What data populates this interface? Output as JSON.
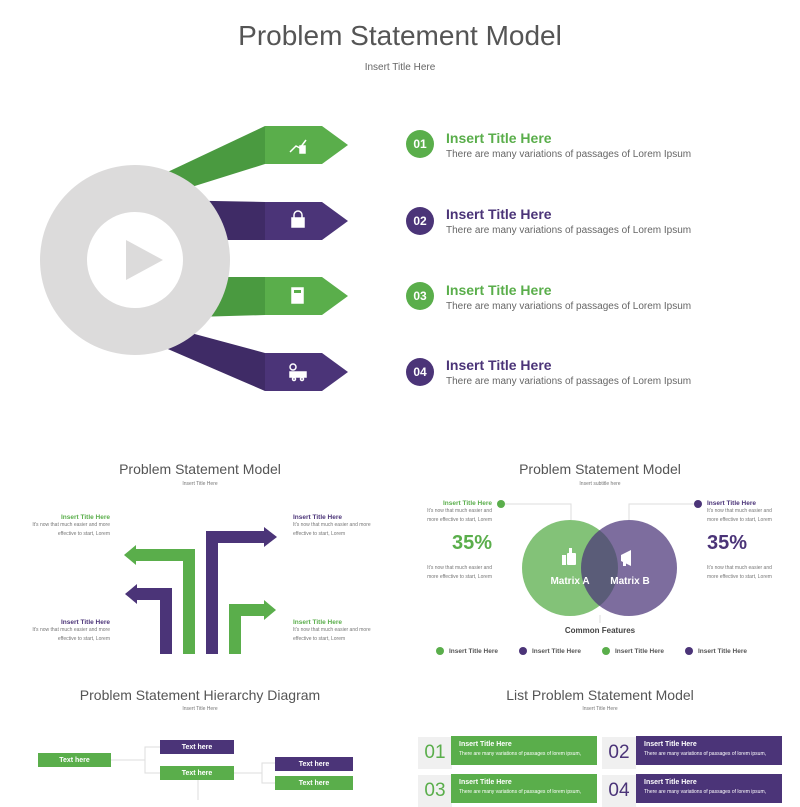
{
  "colors": {
    "green": "#5aae4b",
    "purple": "#4b3478",
    "gray": "#dcdbdb"
  },
  "main": {
    "title": "Problem Statement Model",
    "subtitle": "Insert Title Here",
    "items": [
      {
        "num": "01",
        "title": "Insert Title Here",
        "desc": "There are many variations of passages of Lorem Ipsum",
        "color": "green",
        "icon": "chart-growth-icon"
      },
      {
        "num": "02",
        "title": "Insert Title Here",
        "desc": "There are many variations of passages of Lorem Ipsum",
        "color": "purple",
        "icon": "money-lock-icon"
      },
      {
        "num": "03",
        "title": "Insert Title Here",
        "desc": "There are many variations of passages of Lorem Ipsum",
        "color": "green",
        "icon": "calculator-icon"
      },
      {
        "num": "04",
        "title": "Insert Title Here",
        "desc": "There are many variations of passages of Lorem Ipsum",
        "color": "purple",
        "icon": "car-loan-icon"
      }
    ]
  },
  "arrows": {
    "title": "Problem Statement Model",
    "subtitle": "Insert Title Here",
    "items": [
      {
        "title": "Insert Title Here",
        "desc1": "It's now that much easier and more",
        "desc2": "effective to start, Lorem"
      },
      {
        "title": "Insert Title Here",
        "desc1": "It's now that much easier and more",
        "desc2": "effective to start, Lorem"
      },
      {
        "title": "Insert Title Here",
        "desc1": "It's now that much easier and more",
        "desc2": "effective to start, Lorem"
      },
      {
        "title": "Insert Title Here",
        "desc1": "It's now that much easier and more",
        "desc2": "effective to start, Lorem"
      }
    ]
  },
  "venn": {
    "title": "Problem Statement Model",
    "subtitle": "Insert subtitle here",
    "left": {
      "title": "Insert Title Here",
      "desc1": "It's now that much easier and",
      "desc2": "more effective to start, Lorem",
      "percent": "35%",
      "desc3": "It's now that much easier and",
      "desc4": "more effective to start, Lorem"
    },
    "right": {
      "title": "Insert Title Here",
      "desc1": "It's now that much easier and",
      "desc2": "more effective to start, Lorem",
      "percent": "35%",
      "desc3": "It's now that much easier and",
      "desc4": "more effective to start, Lorem"
    },
    "matrix_a": "Matrix A",
    "matrix_b": "Matrix B",
    "common": "Common Features",
    "legend": [
      "Insert Title Here",
      "Insert Title Here",
      "Insert Title Here",
      "Insert Title Here"
    ]
  },
  "hierarchy": {
    "title": "Problem Statement Hierarchy Diagram",
    "subtitle": "Insert Title Here",
    "nodes": [
      "Text here",
      "Text here",
      "Text here",
      "Text here",
      "Text here"
    ]
  },
  "list": {
    "title": "List Problem Statement Model",
    "subtitle": "Insert Title Here",
    "items": [
      {
        "num": "01",
        "title": "Insert Title Here",
        "desc": "There are many variations of passages of lorem ipsum,"
      },
      {
        "num": "02",
        "title": "Insert Title Here",
        "desc": "There are many variations of passages of lorem ipsum,"
      },
      {
        "num": "03",
        "title": "Insert Title Here",
        "desc": "There are many variations of passages of lorem ipsum,"
      },
      {
        "num": "04",
        "title": "Insert Title Here",
        "desc": "There are many variations of passages of lorem ipsum,"
      }
    ]
  }
}
